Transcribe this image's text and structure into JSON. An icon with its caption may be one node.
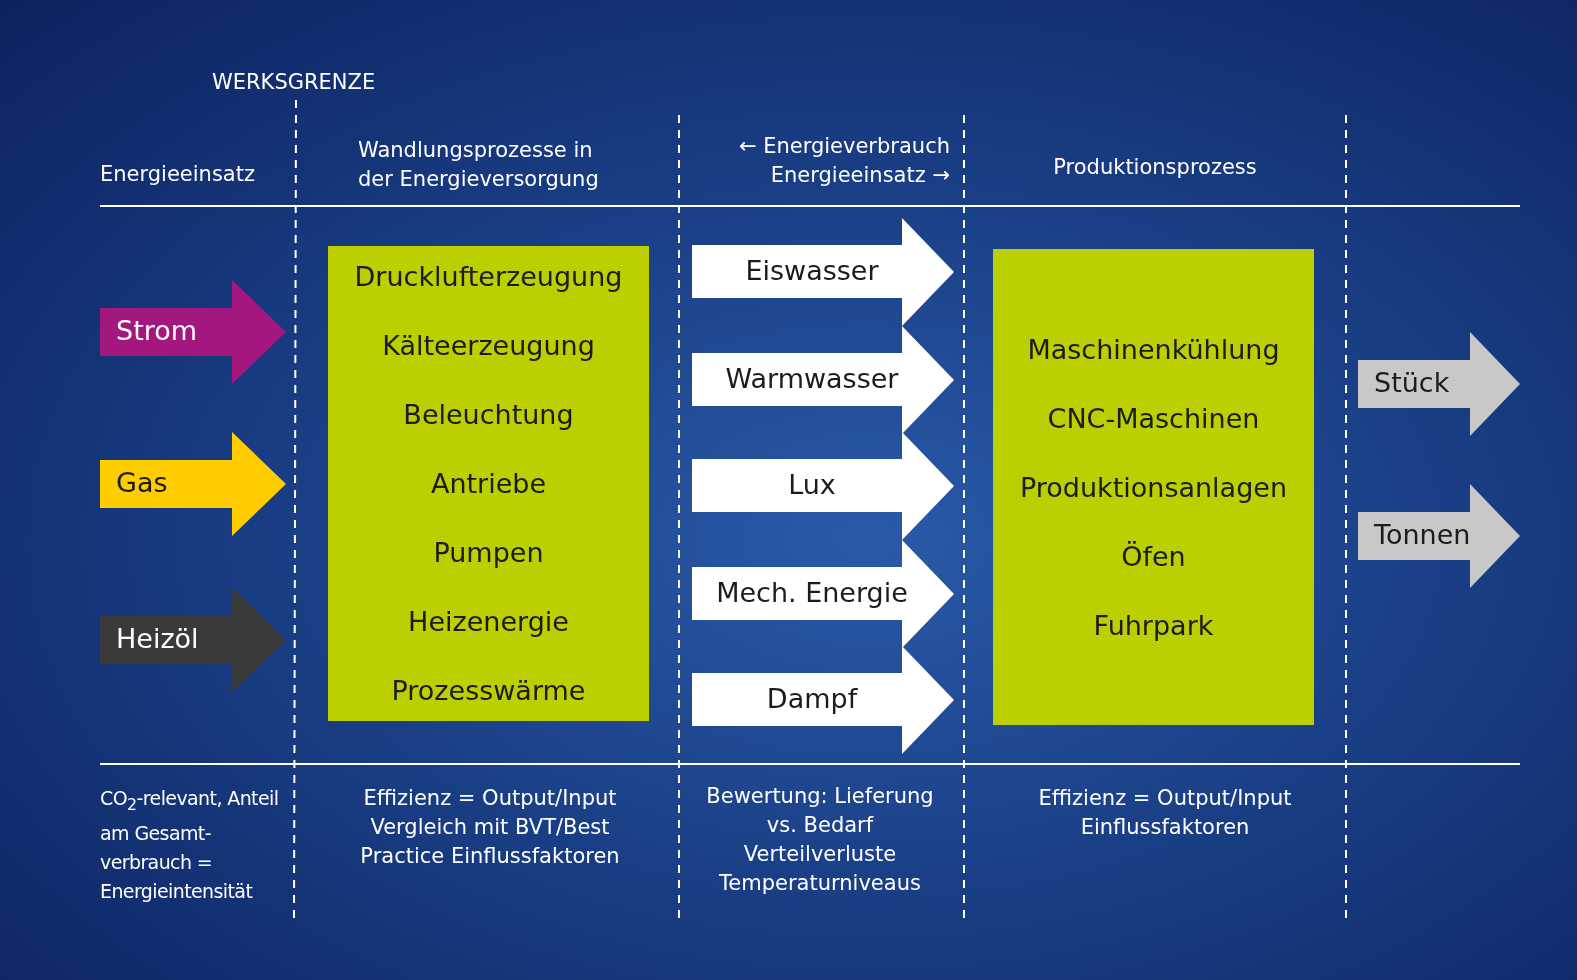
{
  "diagram": {
    "nodes": [
      {
        "text": [
          "Strom"
        ]
      },
      {
        "text": [
          "Gas"
        ]
      },
      {
        "text": [
          "Heizöl"
        ]
      },
      {
        "text": [
          "Drucklufterzeugung",
          "Kälteerzeugung",
          "Beleuchtung",
          "Antriebe",
          "Pumpen",
          "Heizenergie",
          "Prozesswärme"
        ]
      },
      {
        "text": [
          "Eiswasser"
        ]
      },
      {
        "text": [
          "Warmwasser"
        ]
      },
      {
        "text": [
          "Lux"
        ]
      },
      {
        "text": [
          "Mech. Energie"
        ]
      },
      {
        "text": [
          "Dampf"
        ]
      },
      {
        "text": [
          "Maschinenkühlung",
          "CNC-Maschinen",
          "Produktionsanlagen",
          "Öfen",
          "Fuhrpark"
        ]
      },
      {
        "text": [
          "Stück"
        ]
      },
      {
        "text": [
          "Tonnen"
        ]
      }
    ],
    "labels": [
      "WERKSGRENZE",
      "Energieeinsatz",
      "Wandlungsprozesse in der Energieversorgung",
      "← Energieverbrauch Energieeinsatz →",
      "Produktionsprozess",
      "CO$_{2}$-relevant, Anteil am Gesamt- verbrauch = Energieintensität",
      "Effizienz = Output/Input Vergleich mit BVT/Best Practice Einflussfaktoren",
      "Bewertung: Lieferung vs. Bedarf Verteilverluste Temperaturniveaus",
      "Effizienz = Output/Input Einflussfaktoren"
    ]
  }
}
